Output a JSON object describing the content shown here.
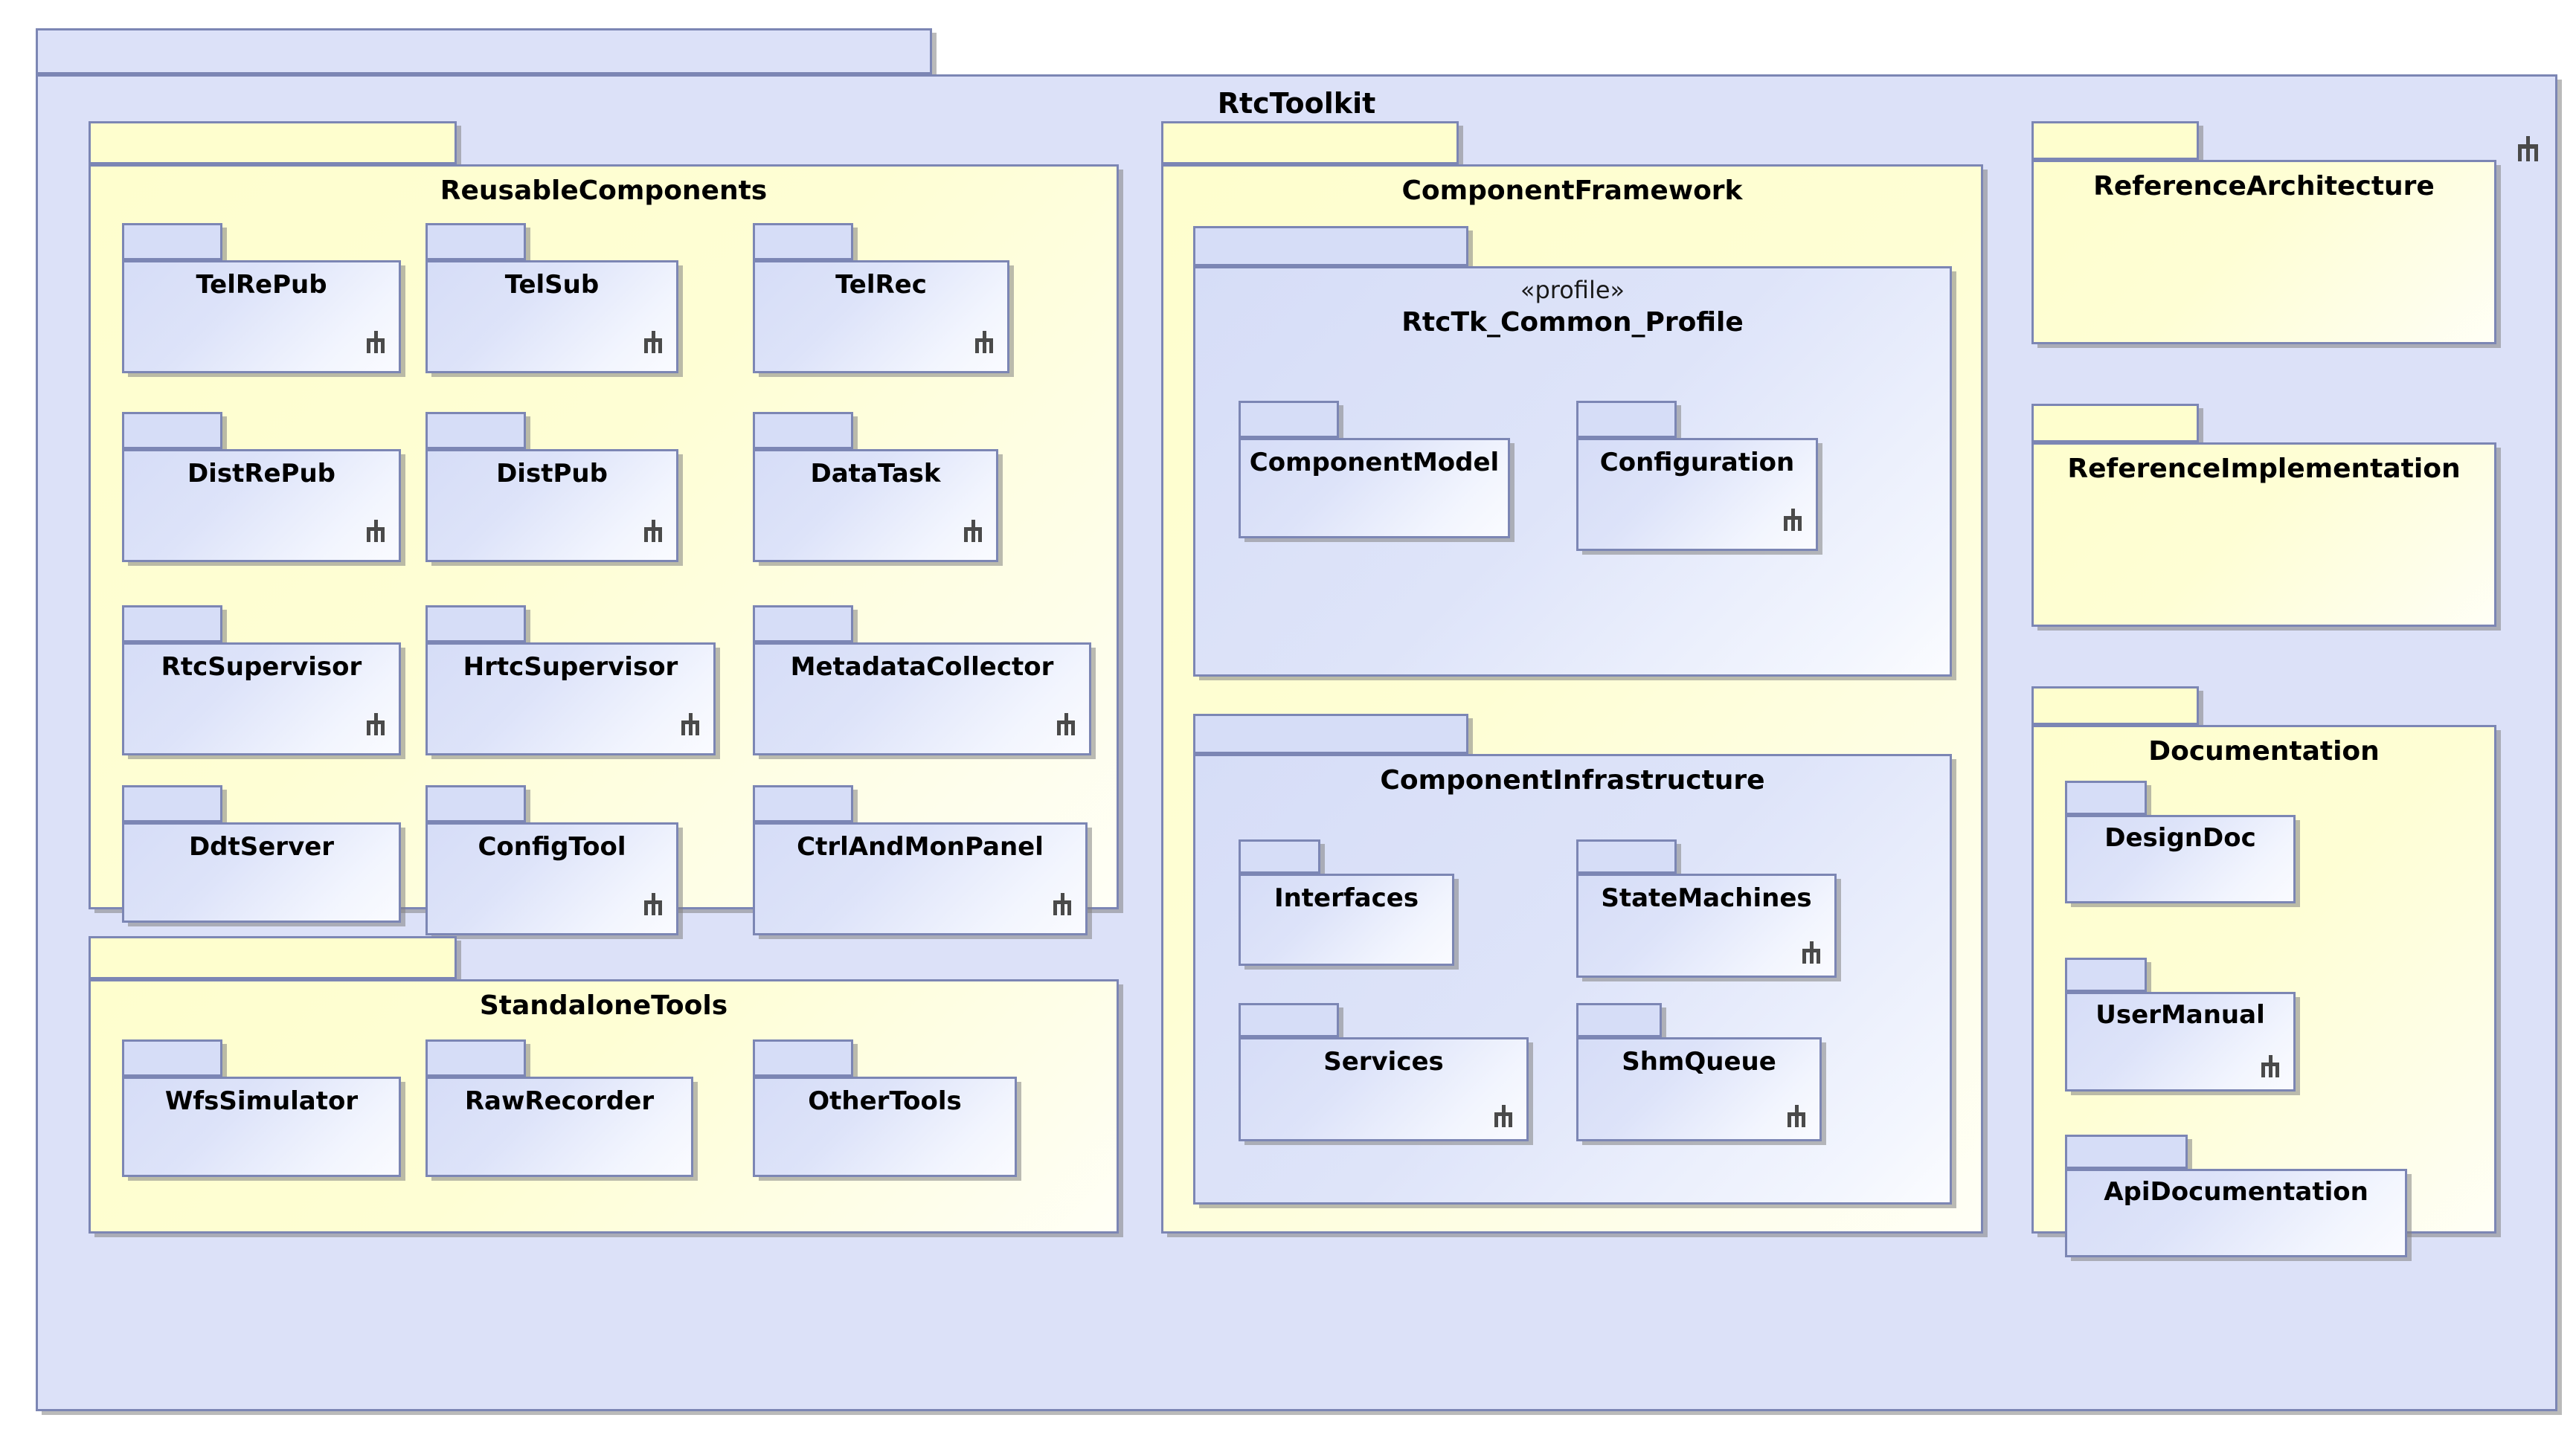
{
  "diagram": {
    "type": "uml-package-diagram",
    "root": {
      "name": "RtcToolkit",
      "marker_icon": "package-frame-icon",
      "color": "#DCE1F8"
    },
    "colors": {
      "package_blue_fill": "#DCE1F8",
      "package_yellow_fill": "#FEFECE",
      "package_border": "#7C86B4",
      "shadow": "#828282",
      "text": "#000000"
    },
    "groups": [
      {
        "name": "ReusableComponents",
        "style": "yellow",
        "marker_icon": null,
        "children": [
          {
            "name": "TelRePub",
            "marker_icon": "package-frame-icon"
          },
          {
            "name": "TelSub",
            "marker_icon": "package-frame-icon"
          },
          {
            "name": "TelRec",
            "marker_icon": "package-frame-icon"
          },
          {
            "name": "DistRePub",
            "marker_icon": "package-frame-icon"
          },
          {
            "name": "DistPub",
            "marker_icon": "package-frame-icon"
          },
          {
            "name": "DataTask",
            "marker_icon": "package-frame-icon"
          },
          {
            "name": "RtcSupervisor",
            "marker_icon": "package-frame-icon"
          },
          {
            "name": "HrtcSupervisor",
            "marker_icon": "package-frame-icon"
          },
          {
            "name": "MetadataCollector",
            "marker_icon": "package-frame-icon"
          },
          {
            "name": "DdtServer",
            "marker_icon": null
          },
          {
            "name": "ConfigTool",
            "marker_icon": "package-frame-icon"
          },
          {
            "name": "CtrlAndMonPanel",
            "marker_icon": "package-frame-icon"
          }
        ]
      },
      {
        "name": "StandaloneTools",
        "style": "yellow",
        "marker_icon": null,
        "children": [
          {
            "name": "WfsSimulator",
            "marker_icon": null
          },
          {
            "name": "RawRecorder",
            "marker_icon": null
          },
          {
            "name": "OtherTools",
            "marker_icon": null
          }
        ]
      },
      {
        "name": "ComponentFramework",
        "style": "yellow",
        "marker_icon": null,
        "children": [
          {
            "name": "RtcTk_Common_Profile",
            "stereotype": "«profile»",
            "style": "blue",
            "marker_icon": null,
            "children": [
              {
                "name": "ComponentModel",
                "marker_icon": null
              },
              {
                "name": "Configuration",
                "marker_icon": "package-frame-icon"
              }
            ]
          },
          {
            "name": "ComponentInfrastructure",
            "style": "blue",
            "marker_icon": null,
            "children": [
              {
                "name": "Interfaces",
                "marker_icon": null
              },
              {
                "name": "StateMachines",
                "marker_icon": "package-frame-icon"
              },
              {
                "name": "Services",
                "marker_icon": "package-frame-icon"
              },
              {
                "name": "ShmQueue",
                "marker_icon": "package-frame-icon"
              }
            ]
          }
        ]
      },
      {
        "name": "ReferenceArchitecture",
        "style": "yellow",
        "marker_icon": null,
        "children": []
      },
      {
        "name": "ReferenceImplementation",
        "style": "yellow",
        "marker_icon": null,
        "children": []
      },
      {
        "name": "Documentation",
        "style": "yellow",
        "marker_icon": null,
        "children": [
          {
            "name": "DesignDoc",
            "marker_icon": null
          },
          {
            "name": "UserManual",
            "marker_icon": "package-frame-icon"
          },
          {
            "name": "ApiDocumentation",
            "marker_icon": null
          }
        ]
      }
    ]
  },
  "labels": {
    "root_title": "RtcToolkit",
    "reusable_components": "ReusableComponents",
    "standalone_tools": "StandaloneTools",
    "component_framework": "ComponentFramework",
    "profile_stereotype": "«profile»",
    "rtctk_common_profile": "RtcTk_Common_Profile",
    "component_model": "ComponentModel",
    "configuration": "Configuration",
    "component_infrastructure": "ComponentInfrastructure",
    "interfaces": "Interfaces",
    "state_machines": "StateMachines",
    "services": "Services",
    "shm_queue": "ShmQueue",
    "reference_architecture": "ReferenceArchitecture",
    "reference_implementation": "ReferenceImplementation",
    "documentation": "Documentation",
    "design_doc": "DesignDoc",
    "user_manual": "UserManual",
    "api_documentation": "ApiDocumentation",
    "tel_re_pub": "TelRePub",
    "tel_sub": "TelSub",
    "tel_rec": "TelRec",
    "dist_re_pub": "DistRePub",
    "dist_pub": "DistPub",
    "data_task": "DataTask",
    "rtc_supervisor": "RtcSupervisor",
    "hrtc_supervisor": "HrtcSupervisor",
    "metadata_collector": "MetadataCollector",
    "ddt_server": "DdtServer",
    "config_tool": "ConfigTool",
    "ctrl_and_mon_panel": "CtrlAndMonPanel",
    "wfs_simulator": "WfsSimulator",
    "raw_recorder": "RawRecorder",
    "other_tools": "OtherTools"
  }
}
